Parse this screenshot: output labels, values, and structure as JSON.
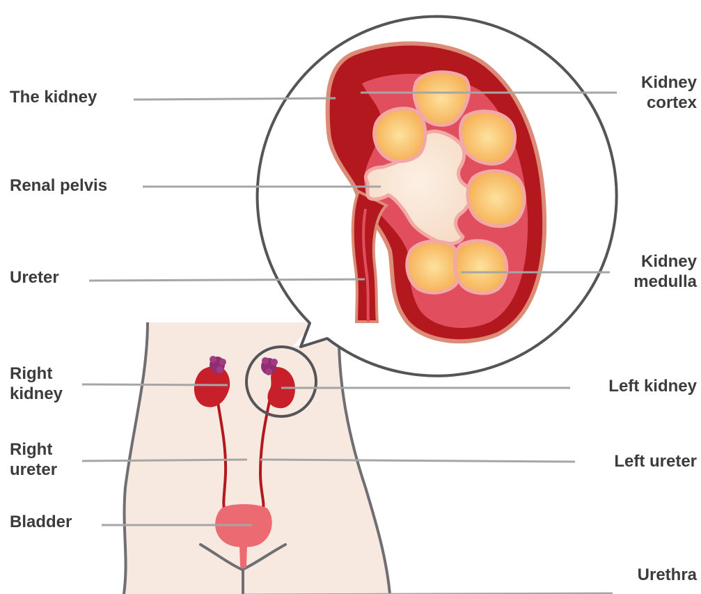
{
  "labels": {
    "the_kidney": "The kidney",
    "renal_pelvis": "Renal pelvis",
    "ureter": "Ureter",
    "right_kidney": [
      "Right",
      "kidney"
    ],
    "right_ureter": [
      "Right",
      "ureter"
    ],
    "bladder": "Bladder",
    "kidney_cortex": [
      "Kidney",
      "cortex"
    ],
    "kidney_medulla": [
      "Kidney",
      "medulla"
    ],
    "left_kidney": "Left kidney",
    "left_ureter": "Left ureter",
    "urethra": "Urethra"
  },
  "colors": {
    "text": "#3c3c3c",
    "leader_line": "#a6a6a6",
    "outline": "#555559",
    "body_skin": "#f7e9df",
    "kidney_dark_red": "#b3181f",
    "kidney_red": "#c8202a",
    "kidney_inner_red": "#e14f5f",
    "kidney_border": "#dc8b76",
    "pyramid_orange": "#f5a94a",
    "pyramid_light": "#fde29f",
    "pelvis_cream": "#f8e2cf",
    "bladder_pink": "#ec6b73",
    "adrenal_purple": "#8f2f72"
  }
}
